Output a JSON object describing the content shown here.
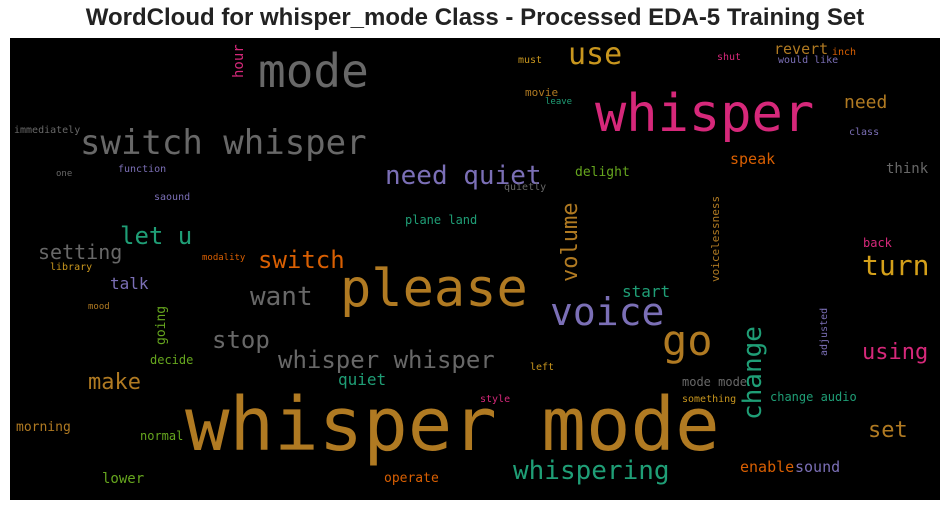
{
  "chart_data": {
    "type": "wordcloud",
    "title": "WordCloud for whisper_mode Class - Processed EDA-5 Training Set",
    "background": "#000000",
    "words": [
      {
        "text": "whisper mode",
        "color": "#b07a22"
      },
      {
        "text": "whisper",
        "color": "#d6287a"
      },
      {
        "text": "please",
        "color": "#b07a22"
      },
      {
        "text": "mode",
        "color": "#686868"
      },
      {
        "text": "voice",
        "color": "#7b6fb6"
      },
      {
        "text": "go",
        "color": "#b07a22"
      },
      {
        "text": "switch whisper",
        "color": "#686868"
      },
      {
        "text": "change",
        "color": "#1f9e76"
      },
      {
        "text": "whispering",
        "color": "#1f9e76"
      },
      {
        "text": "use",
        "color": "#c8961e"
      },
      {
        "text": "need quiet",
        "color": "#7b6fb6"
      },
      {
        "text": "turn",
        "color": "#d4a01a"
      },
      {
        "text": "volume",
        "color": "#b07a22"
      },
      {
        "text": "whisper whisper",
        "color": "#686868"
      },
      {
        "text": "switch",
        "color": "#d95f02"
      },
      {
        "text": "want",
        "color": "#686868"
      },
      {
        "text": "let u",
        "color": "#1f9e76"
      },
      {
        "text": "stop",
        "color": "#686868"
      },
      {
        "text": "setting",
        "color": "#686868"
      },
      {
        "text": "using",
        "color": "#d6287a"
      },
      {
        "text": "make",
        "color": "#b07a22"
      },
      {
        "text": "set",
        "color": "#b07a22"
      },
      {
        "text": "need",
        "color": "#b07a22"
      },
      {
        "text": "quiet",
        "color": "#1f9e76"
      },
      {
        "text": "start",
        "color": "#1f9e76"
      },
      {
        "text": "talk",
        "color": "#7b6fb6"
      },
      {
        "text": "speak",
        "color": "#d95f02"
      },
      {
        "text": "enable",
        "color": "#d95f02"
      },
      {
        "text": "sound",
        "color": "#7b6fb6"
      },
      {
        "text": "revert",
        "color": "#b07a22"
      },
      {
        "text": "think",
        "color": "#686868"
      },
      {
        "text": "delight",
        "color": "#66a61e"
      },
      {
        "text": "plane land",
        "color": "#1f9e76"
      },
      {
        "text": "mode mode",
        "color": "#686868"
      },
      {
        "text": "change audio",
        "color": "#1f9e76"
      },
      {
        "text": "hour",
        "color": "#d6287a"
      },
      {
        "text": "voicelessness",
        "color": "#b07a22"
      },
      {
        "text": "going",
        "color": "#66a61e"
      },
      {
        "text": "morning",
        "color": "#b07a22"
      },
      {
        "text": "lower",
        "color": "#66a61e"
      },
      {
        "text": "operate",
        "color": "#d95f02"
      },
      {
        "text": "normal",
        "color": "#66a61e"
      },
      {
        "text": "decide",
        "color": "#66a61e"
      },
      {
        "text": "back",
        "color": "#d6287a"
      },
      {
        "text": "movie",
        "color": "#b07a22"
      },
      {
        "text": "must",
        "color": "#c8961e"
      },
      {
        "text": "shut",
        "color": "#d6287a"
      },
      {
        "text": "inch",
        "color": "#d95f02"
      },
      {
        "text": "would like",
        "color": "#7b6fb6"
      },
      {
        "text": "leave",
        "color": "#1f9e76"
      },
      {
        "text": "class",
        "color": "#7b6fb6"
      },
      {
        "text": "immediately",
        "color": "#686868"
      },
      {
        "text": "one",
        "color": "#686868"
      },
      {
        "text": "function",
        "color": "#7b6fb6"
      },
      {
        "text": "saound",
        "color": "#7b6fb6"
      },
      {
        "text": "quietly",
        "color": "#686868"
      },
      {
        "text": "library",
        "color": "#c8961e"
      },
      {
        "text": "modality",
        "color": "#d95f02"
      },
      {
        "text": "mood",
        "color": "#b07a22"
      },
      {
        "text": "adjusted",
        "color": "#7b6fb6"
      },
      {
        "text": "left",
        "color": "#c8961e"
      },
      {
        "text": "style",
        "color": "#d6287a"
      },
      {
        "text": "something",
        "color": "#c8961e"
      }
    ]
  }
}
